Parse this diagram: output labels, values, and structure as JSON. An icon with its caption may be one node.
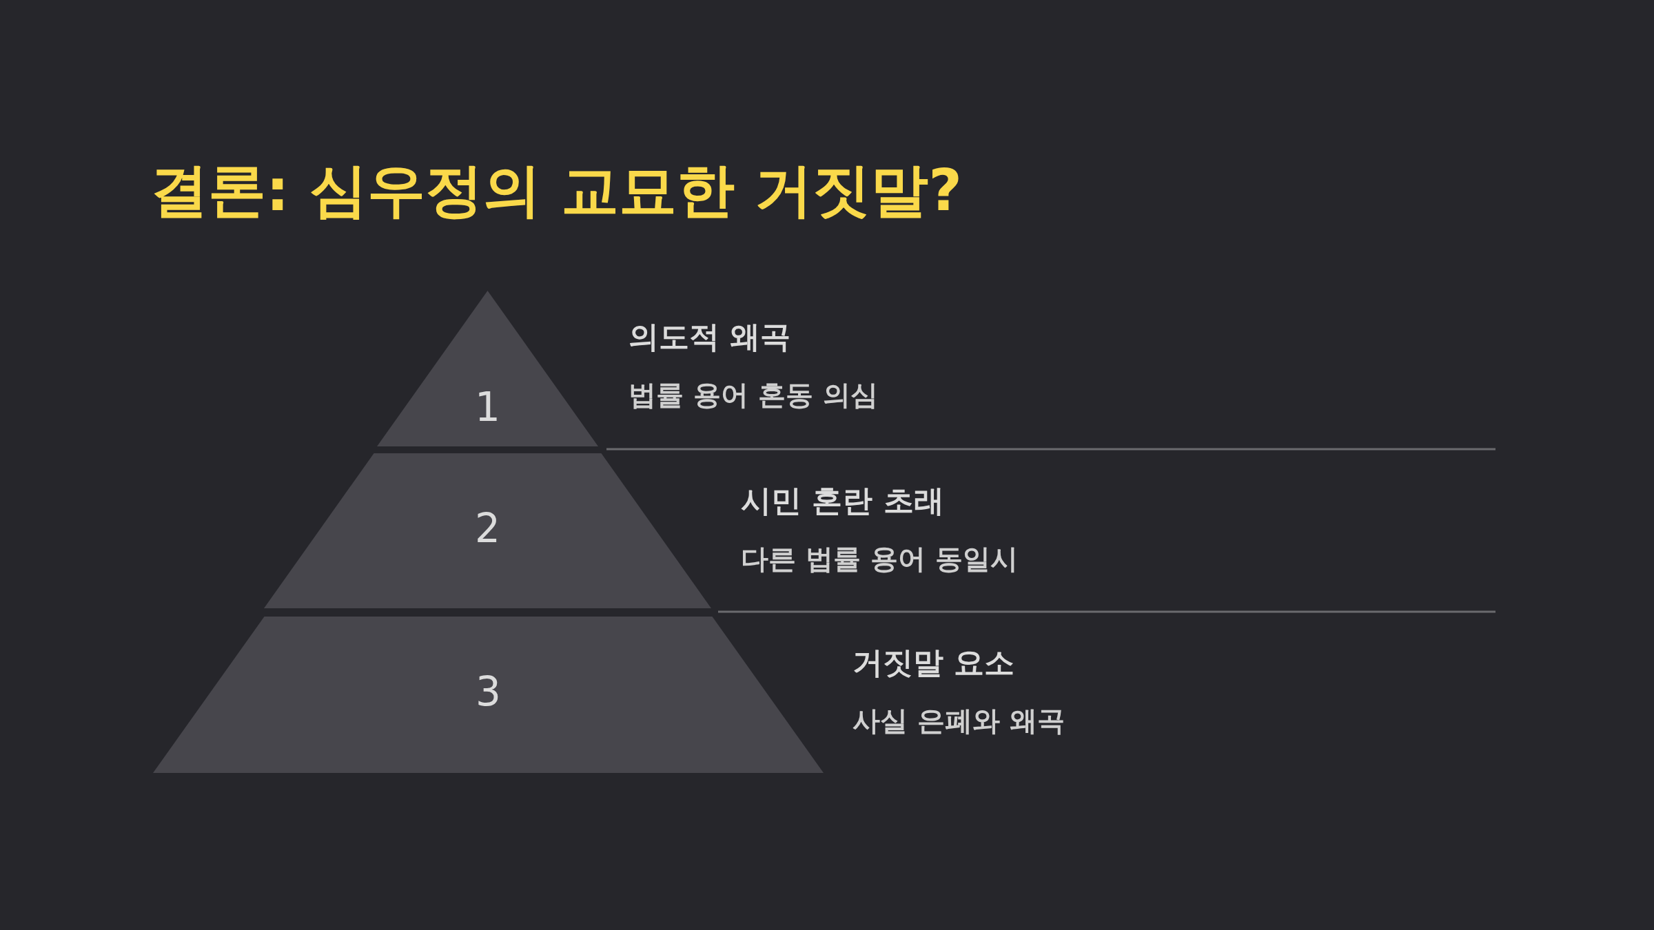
{
  "diagram": {
    "title": "결론: 심우정의 교묘한 거짓말?",
    "nodes": [
      {
        "text": [
          "1"
        ],
        "beside": [
          "의도적 왜곡",
          "법률 용어 혼동 의심"
        ]
      },
      {
        "text": [
          "2"
        ],
        "beside": [
          "시민 혼란 초래",
          "다른 법률 용어 동일시"
        ]
      },
      {
        "text": [
          "3"
        ],
        "beside": [
          "거짓말 요소",
          "사실 은폐와 왜곡"
        ]
      }
    ],
    "edges": []
  }
}
